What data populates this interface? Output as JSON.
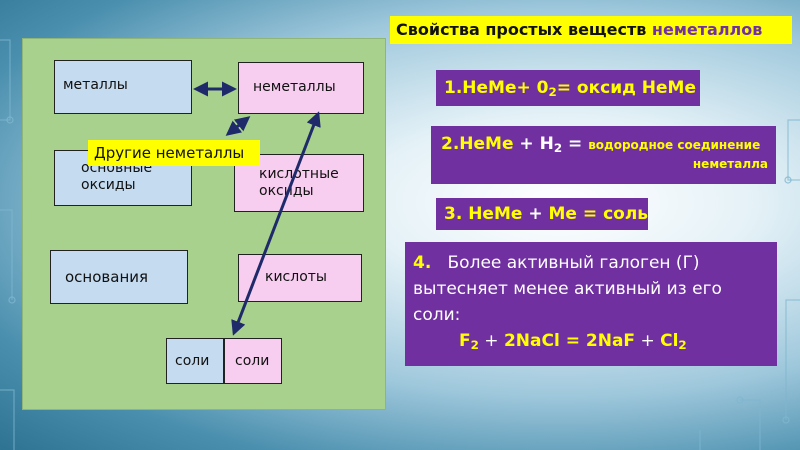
{
  "title": {
    "part1": "Свойства простых веществ",
    "part2": "неметаллов"
  },
  "diagram": {
    "metals": "металлы",
    "nonmetals": "неметаллы",
    "basic_oxides": "основные оксиды",
    "acidic_oxides": "кислотные оксиды",
    "bases": "основания",
    "acids": "кислоты",
    "salts_left": "соли",
    "salts_right": "соли",
    "other_nonmetals": "Другие неметаллы"
  },
  "properties": {
    "p1": {
      "prefix": "1.НеМе+ 0",
      "sub": "2",
      "rest": "= оксид НеМе"
    },
    "p2": {
      "prefix": "2.НеМе",
      "plus": " + Н",
      "sub": "2",
      "eq": " = ",
      "rest": "водородное соединение",
      "rest2": "неметалла"
    },
    "p3": {
      "a": "3. НеМе",
      "b": " + ",
      "c": "Ме",
      "d": " = ",
      "e": "соль"
    },
    "p4": {
      "num": "4.",
      "line1": "Более активный галоген (Г)",
      "line2": "вытесняет менее активный из его",
      "line3": "соли:",
      "eq_f": "F",
      "eq_f_sub": "2",
      "eq_plus1": " + ",
      "eq_nacl": "2NaCl",
      "eq_eq": " = ",
      "eq_naf": "2NaF",
      "eq_plus2": " + ",
      "eq_cl": "Cl",
      "eq_cl_sub": "2"
    }
  },
  "colors": {
    "panel": "#a9d18e",
    "blue_box": "#c5dbf0",
    "pink_box": "#f7cdf0",
    "highlight": "#ffff00",
    "purple": "#7030a0",
    "arrow": "#1f2a6b"
  }
}
